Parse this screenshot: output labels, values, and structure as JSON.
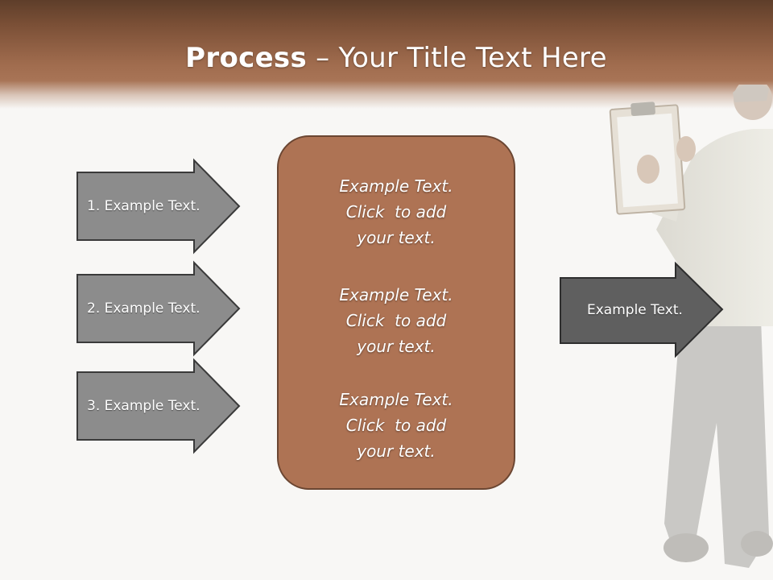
{
  "slide": {
    "title_bold": "Process",
    "title_rest": " – Your Title Text Here"
  },
  "left_arrows": [
    {
      "label": "1. Example Text."
    },
    {
      "label": "2. Example Text."
    },
    {
      "label": "3. Example Text."
    }
  ],
  "center_box": {
    "items": [
      {
        "line1": "Example Text.",
        "line2": "Click  to add",
        "line3": "your text."
      },
      {
        "line1": "Example Text.",
        "line2": "Click  to add",
        "line3": "your text."
      },
      {
        "line1": "Example Text.",
        "line2": "Click  to add",
        "line3": "your text."
      }
    ]
  },
  "right_arrow": {
    "label": "Example Text."
  },
  "colors": {
    "header_brown": "#a06c4e",
    "box_brown": "#ae7354",
    "arrow_gray": "#8c8c8c",
    "arrow_dark_gray": "#5f5f5f"
  }
}
